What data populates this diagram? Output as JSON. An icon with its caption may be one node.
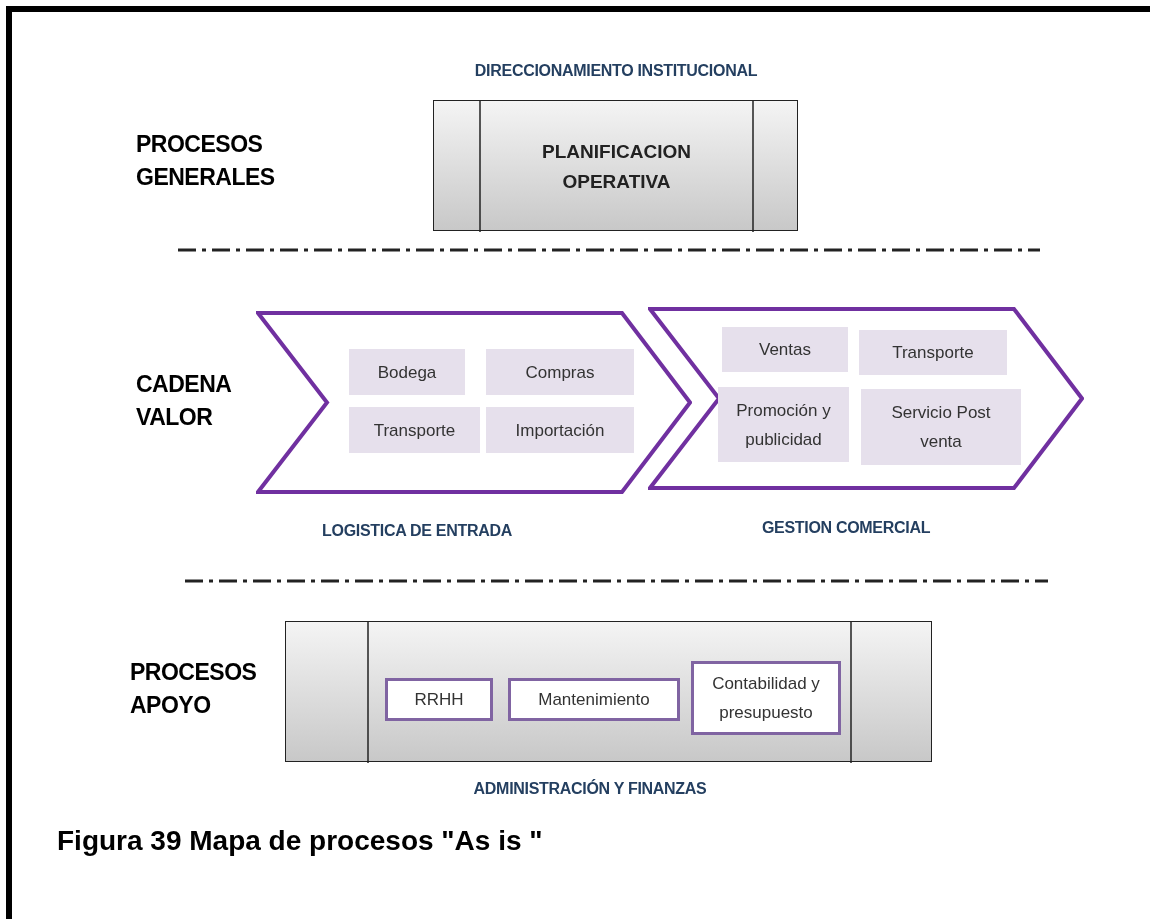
{
  "diagram": {
    "caption": "Figura 39 Mapa de procesos \"As is \"",
    "nodes": [
      {
        "text": [
          "PLANIFICACION OPERATIVA"
        ],
        "beside": [
          "DIRECCIONAMIENTO INSTITUCIONAL"
        ]
      },
      {
        "text": [],
        "shape": "chevron",
        "beside": [
          "LOGISTICA DE ENTRADA"
        ]
      },
      {
        "text": [
          "Bodega"
        ],
        "in": 1
      },
      {
        "text": [
          "Compras"
        ],
        "in": 1
      },
      {
        "text": [
          "Transporte"
        ],
        "in": 1
      },
      {
        "text": [
          "Importación"
        ],
        "in": 1
      },
      {
        "text": [],
        "shape": "chevron",
        "beside": [
          "GESTION COMERCIAL"
        ]
      },
      {
        "text": [
          "Ventas"
        ],
        "in": 6
      },
      {
        "text": [
          "Transporte"
        ],
        "in": 6
      },
      {
        "text": [
          "Promoción y publicidad"
        ],
        "in": 6
      },
      {
        "text": [
          "Servicio Post venta"
        ],
        "in": 6
      },
      {
        "text": [],
        "shape": "box",
        "beside": [
          "ADMINISTRACIÓN Y FINANZAS"
        ]
      },
      {
        "text": [
          "RRHH"
        ],
        "in": 11
      },
      {
        "text": [
          "Mantenimiento"
        ],
        "in": 11
      },
      {
        "text": [
          "Contabilidad y presupuesto"
        ],
        "in": 11
      }
    ],
    "labels": [
      "PROCESOS GENERALES",
      "CADENA VALOR",
      "PROCESOS APOYO"
    ]
  }
}
